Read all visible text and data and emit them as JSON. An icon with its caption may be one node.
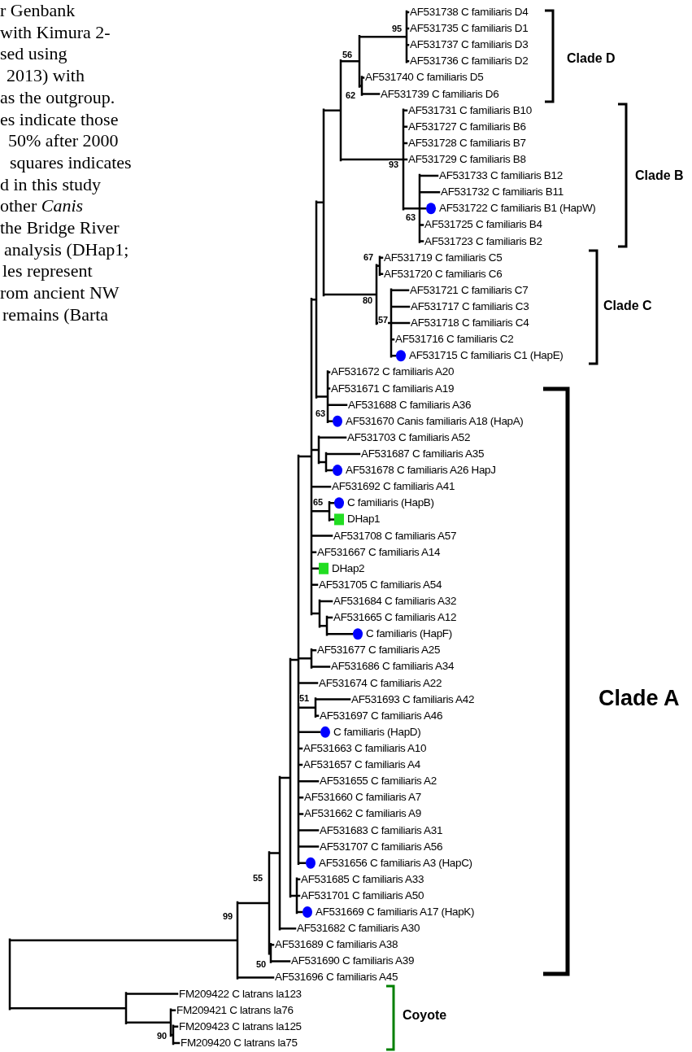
{
  "diagram": {
    "labels": [
      "r Genbank",
      "with Kimura 2-",
      "sed using",
      "2013) with",
      "as the outgroup.",
      "es indicate those",
      "50% after 2000",
      "squares indicates",
      "d in this study",
      "other *Canis*",
      "the Bridge River",
      "analysis (DHap1;",
      "les represent",
      "rom ancient NW",
      "remains (Barta",
      "AF531738 C familiaris D4",
      "AF531735 C familiaris D1",
      "AF531737 C familiaris D3",
      "AF531736 C familiaris D2",
      "AF531740 C familiaris D5",
      "AF531739 C familiaris D6",
      "AF531731 C familiaris B10",
      "AF531727 C familiaris B6",
      "AF531728 C familiaris B7",
      "AF531729 C familiaris B8",
      "AF531733 C familiaris B12",
      "AF531732 C familiaris B11",
      "AF531722 C familiaris B1 (HapW)",
      "AF531725 C familiaris B4",
      "AF531723 C familiaris B2",
      "AF531719 C familiaris C5",
      "AF531720 C familiaris C6",
      "AF531721 C familiaris C7",
      "AF531717 C familiaris C3",
      "AF531718 C familiaris C4",
      "AF531716 C familiaris C2",
      "AF531715 C familiaris C1 (HapE)",
      "AF531672 C familiaris A20",
      "AF531671 C familiaris A19",
      "AF531688 C familiaris A36",
      "AF531670 Canis familiaris A18 (HapA)",
      "AF531703 C familiaris A52",
      "AF531687 C familiaris A35",
      "AF531678 C familiaris A26 HapJ",
      "AF531692 C familiaris A41",
      "C familiaris (HapB)",
      "DHap1",
      "AF531708 C familiaris A57",
      "AF531667 C familiaris A14",
      "DHap2",
      "AF531705 C familiaris A54",
      "AF531684 C familiaris A32",
      "AF531665 C familiaris A12",
      "C familiaris (HapF)",
      "AF531677 C familiaris A25",
      "AF531686 C familiaris A34",
      "AF531674 C familiaris A22",
      "AF531693 C familiaris A42",
      "AF531697 C familiaris A46",
      "C familiaris (HapD)",
      "AF531663 C familiaris A10",
      "AF531657 C familiaris A4",
      "AF531655 C familiaris A2",
      "AF531660 C familiaris A7",
      "AF531662 C familiaris A9",
      "AF531683 C familiaris A31",
      "AF531707 C familiaris A56",
      "AF531656 C familiaris A3 (HapC)",
      "AF531685 C familiaris A33",
      "AF531701 C familiaris A50",
      "AF531669 C familiaris A17 (HapK)",
      "AF531682 C familiaris A30",
      "AF531689 C familiaris A38",
      "AF531690 C familiaris A39",
      "AF531696 C familiaris A45",
      "FM209422 C latrans la123",
      "FM209421 C latrans la76",
      "FM209423 C latrans la125",
      "FM209420 C latrans la75",
      "95",
      "56",
      "62",
      "93",
      "63",
      "67",
      "80",
      "57",
      "63",
      "65",
      "51",
      "55",
      "99",
      "50",
      "90",
      "Clade D",
      "Clade B",
      "Clade C",
      "Clade A",
      "Coyote"
    ]
  }
}
